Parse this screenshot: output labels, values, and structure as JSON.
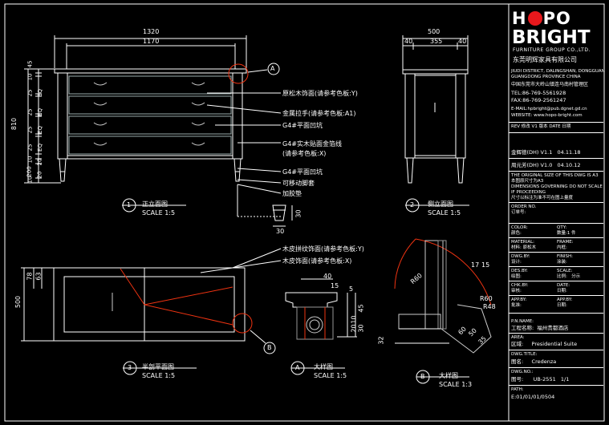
{
  "dims": {
    "total_width": "1320",
    "inner_width": "1170",
    "side_total": "500",
    "side_left": "40",
    "side_mid": "355",
    "side_right": "40",
    "height_total": "810",
    "v_dims": [
      "45",
      "10",
      "25",
      "EQ",
      "25",
      "EQ",
      "25",
      "EQ",
      "25",
      "EQ",
      "10",
      "20",
      "200",
      "20",
      "10"
    ],
    "plan_depth": "500",
    "plan_78": "78",
    "plan_63": "63",
    "a_40": "40",
    "a_15": "15",
    "a_5": "5",
    "a_45": "45",
    "a_10": "10",
    "a_20": "20",
    "a_30": "30",
    "foot_30a": "30",
    "foot_30b": "30",
    "b_17": "17",
    "b_15": "15",
    "b_60": "60",
    "b_32": "32",
    "b_r60": "R60",
    "b_50": "50",
    "b_35": "35",
    "b_ra": "R60",
    "b_rb": "R48"
  },
  "callouts": {
    "c1": "原松木饰面(请参考色板:Y)",
    "c2": "金属拉手(请参考色板:A1)",
    "c3": "G4#平面凹坑",
    "c4": "G4#实木贴面金箔线",
    "c4b": "(请参考色板:X)",
    "c5": "G4#平面凹坑",
    "c6": "可移动脚套",
    "c7": "加胶垫",
    "p1": "木皮拼纹饰面(请参考色板:Y)",
    "p2": "木皮饰面(请参考色板:X)",
    "markA": "A",
    "markB": "B"
  },
  "views": {
    "v1_num": "1",
    "v1_title": "正立面图",
    "v1_scale": "SCALE 1:5",
    "v2_num": "2",
    "v2_title": "侧立面图",
    "v2_scale": "SCALE 1:5",
    "v3_num": "3",
    "v3_title": "半剖平面图",
    "v3_scale": "SCALE 1:5",
    "vA_num": "A",
    "vA_title": "大样图",
    "vA_scale": "SCALE 1:5",
    "vB_num": "B",
    "vB_title": "大样图",
    "vB_scale": "SCALE 1:3"
  },
  "titleblock": {
    "logo_l1a": "H",
    "logo_l1b": "PO",
    "logo_l2": "BRIGHT",
    "subtitle": "FURNITURE GROUP CO.,LTD.",
    "company_cn": "东莞明辉家具有限公司",
    "addr1": "JIUDI DISTRICT, DALINGSHAN, DONGGUAN",
    "addr2": "GUANGDONG PROVINCE CHINA",
    "addr3": "中国东莞市大岭山镇连马南村管理区",
    "tel": "TEL:86-769-5561928",
    "fax": "FAX:86-769-2561247",
    "email": "E-MAIL:hpbright@pub.dgnet.gd.cn",
    "web": "WEBSITE: www.hopo-bright.com",
    "rev_head": "REV 修改   V1 版本   DATE 日期",
    "rev1_who": "金辉德(DH)",
    "rev1_ver": "V1.1",
    "rev1_date": "04.11.18",
    "rev2_who": "周元芳(DH)",
    "rev2_ver": "V1.0",
    "rev2_date": "04.10.12",
    "note1": "THE ORIGINAL SIZE OF THIS DWG IS A3",
    "note2": "本图原尺寸为A3",
    "note3": "DIMENSIONS GOVERNING DO NOT SCALE",
    "note4": "IF PROCEEDING",
    "note5": "尺寸以标注为准不可在图上量度",
    "order_lbl": "ORDER NO.",
    "order_cn": "订单号:",
    "color_lbl": "COLOR:",
    "qty_lbl": "QTY:",
    "color_cn": "颜色:",
    "qty_cn": "数量:1 件",
    "material_lbl": "MATERIAL:",
    "frame_lbl": "FRAME:",
    "material_cn": "材料: 原松木",
    "frame_cn": "内框:",
    "dwg_lbl": "DWG.BY:",
    "finish_lbl": "FINISH:",
    "dwg_cn": "设计:",
    "finish_cn": "涂装:",
    "des_lbl": "DES.BY:",
    "scale_lbl": "SCALE:",
    "des_cn": "绘图:",
    "scale_cn": "比例:",
    "scale_val": "分示",
    "chk_lbl": "CHK.BY:",
    "date_lbl": "DATE:",
    "chk_cn": "审核:",
    "date_cn": "日期:",
    "app_lbl": "APP.BY:",
    "appd_lbl": "APP.BY:",
    "app_cn": "批准:",
    "appd_cn": "日期:",
    "proj_lbl": "P.N.NAME:",
    "proj_cn": "工程名称:",
    "proj_val": "福州贵都酒店",
    "area_lbl": "AREA:",
    "area_cn": "区域:",
    "area_val": "Presidential Suite",
    "title_lbl": "DWG.TITLE:",
    "title_cn": "图名:",
    "title_val": "Credenza",
    "dwgno_lbl": "DWG.NO.:",
    "dwgno_cn": "图号:",
    "dwgno_val": "UB-2551",
    "sheet_val": "1/1",
    "path_lbl": "PATH:",
    "path_val": "E:01/01/01/0504"
  }
}
